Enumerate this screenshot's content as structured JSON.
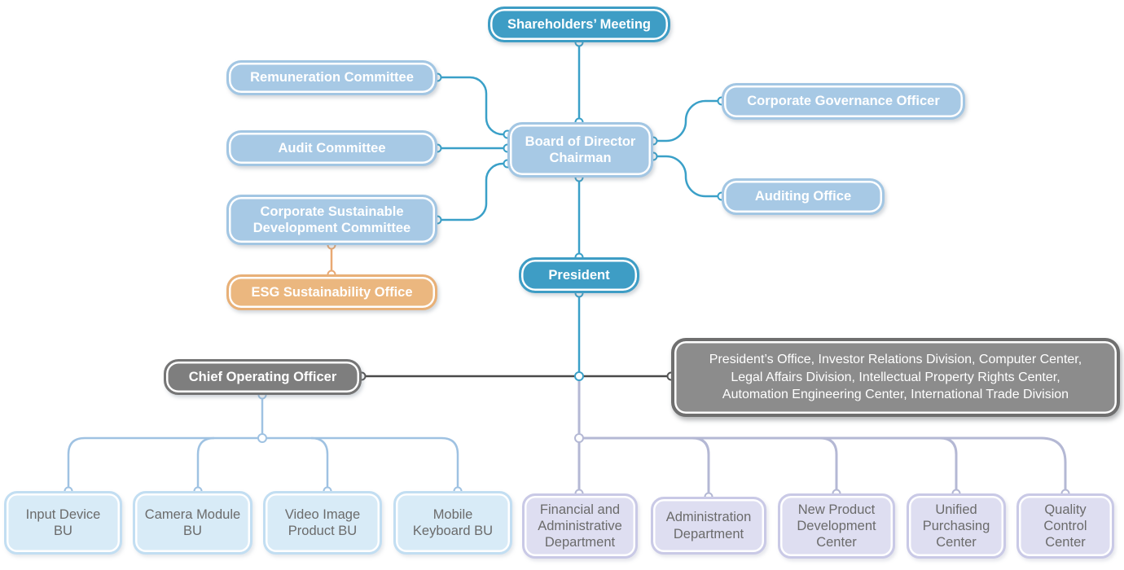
{
  "nodes": {
    "shareholders_meeting": {
      "label": "Shareholders’ Meeting"
    },
    "remuneration_committee": {
      "label": "Remuneration Committee"
    },
    "audit_committee": {
      "label": "Audit Committee"
    },
    "csd_committee": {
      "label": "Corporate Sustainable\nDevelopment Committee"
    },
    "esg_office": {
      "label": "ESG Sustainability Office"
    },
    "board_chairman": {
      "label": "Board of Director\nChairman"
    },
    "corporate_governance_officer": {
      "label": "Corporate Governance Officer"
    },
    "auditing_office": {
      "label": "Auditing Office"
    },
    "president": {
      "label": "President"
    },
    "coo": {
      "label": "Chief Operating Officer"
    },
    "president_office_group": {
      "label": "President’s Office, Investor Relations Division, Computer Center,\nLegal Affairs Division, Intellectual Property Rights Center,\nAutomation Engineering Center, International Trade Division"
    },
    "input_device_bu": {
      "label": "Input Device\nBU"
    },
    "camera_module_bu": {
      "label": "Camera Module\nBU"
    },
    "video_image_bu": {
      "label": "Video Image\nProduct BU"
    },
    "mobile_keyboard_bu": {
      "label": "Mobile\nKeyboard BU"
    },
    "financial_admin_dept": {
      "label": "Financial and\nAdministrative\nDepartment"
    },
    "administration_dept": {
      "label": "Administration\nDepartment"
    },
    "new_product_center": {
      "label": "New Product\nDevelopment\nCenter"
    },
    "unified_purchasing_center": {
      "label": "Unified\nPurchasing\nCenter"
    },
    "quality_control_center": {
      "label": "Quality\nControl\nCenter"
    }
  },
  "colors": {
    "teal_box": "#3E9DC5",
    "light_blue_box": "#A7C9E5",
    "orange_box": "#EBB77F",
    "gray_box": "#7E7E7E",
    "dark_gray_group_box": "#8C8C8C",
    "pale_cyan_box": "#D8EBF7",
    "pale_lavender_box": "#DEDEF1",
    "blue_line": "#3AA0C8",
    "light_blue_line": "#9FC2E2",
    "lavender_line": "#B4B8D4",
    "dark_line": "#4A4A4A",
    "orange_line": "#E9A973",
    "pale_box_text": "#6B6B6B",
    "box_text": "#FFFFFF"
  }
}
